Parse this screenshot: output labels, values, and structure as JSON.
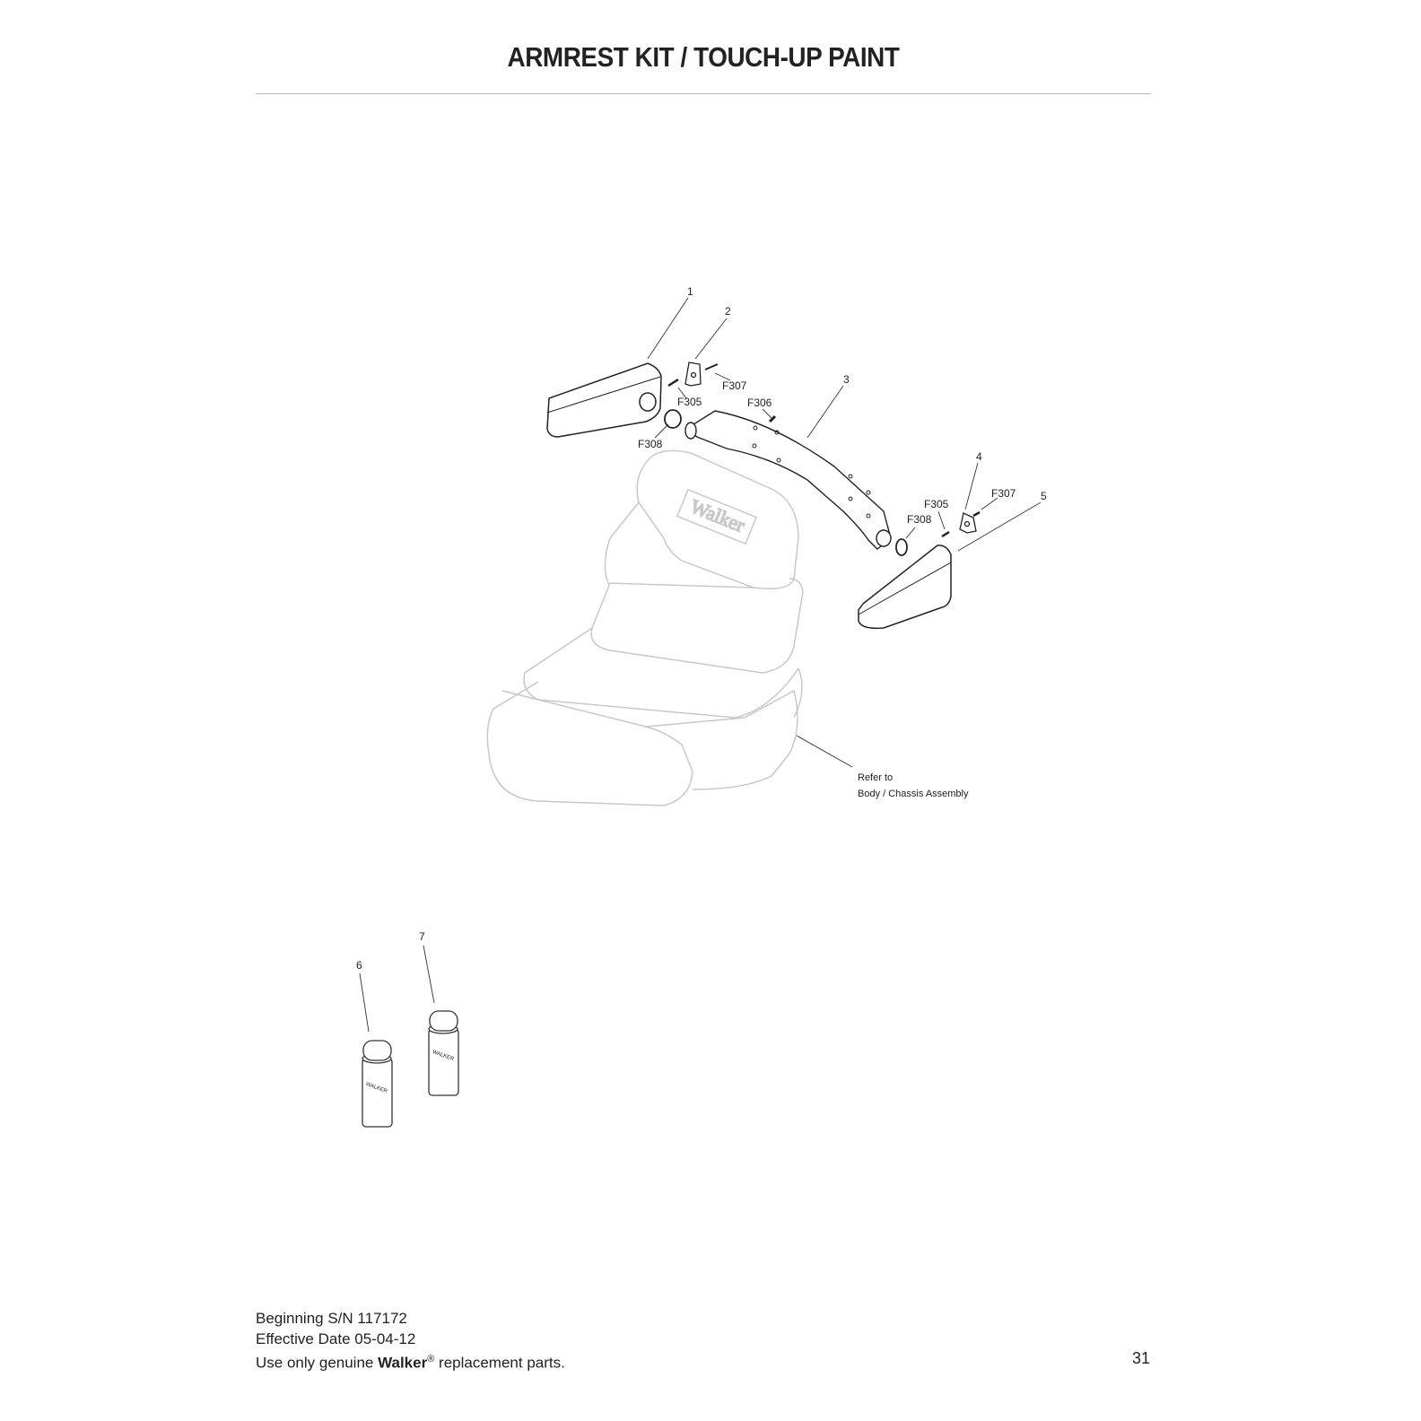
{
  "header": {
    "title": "ARMREST KIT / TOUCH-UP PAINT"
  },
  "diagram": {
    "callouts": {
      "c1": "1",
      "c2": "2",
      "c3": "3",
      "c4": "4",
      "c5": "5",
      "c6": "6",
      "c7": "7",
      "f307_left": "F307",
      "f305_left": "F305",
      "f306": "F306",
      "f308_left": "F308",
      "f307_right": "F307",
      "f305_right": "F305",
      "f308_right": "F308"
    },
    "seat_logo": "Walker",
    "can_label": "WALKER",
    "reference_note": {
      "line1": "Refer to",
      "line2": "Body / Chassis Assembly"
    }
  },
  "footer": {
    "serial": "Beginning S/N 117172",
    "effective_date": "Effective Date 05-04-12",
    "notice_prefix": "Use only genuine ",
    "notice_brand": "Walker",
    "notice_reg": "®",
    "notice_suffix": " replacement parts.",
    "page_number": "31"
  }
}
